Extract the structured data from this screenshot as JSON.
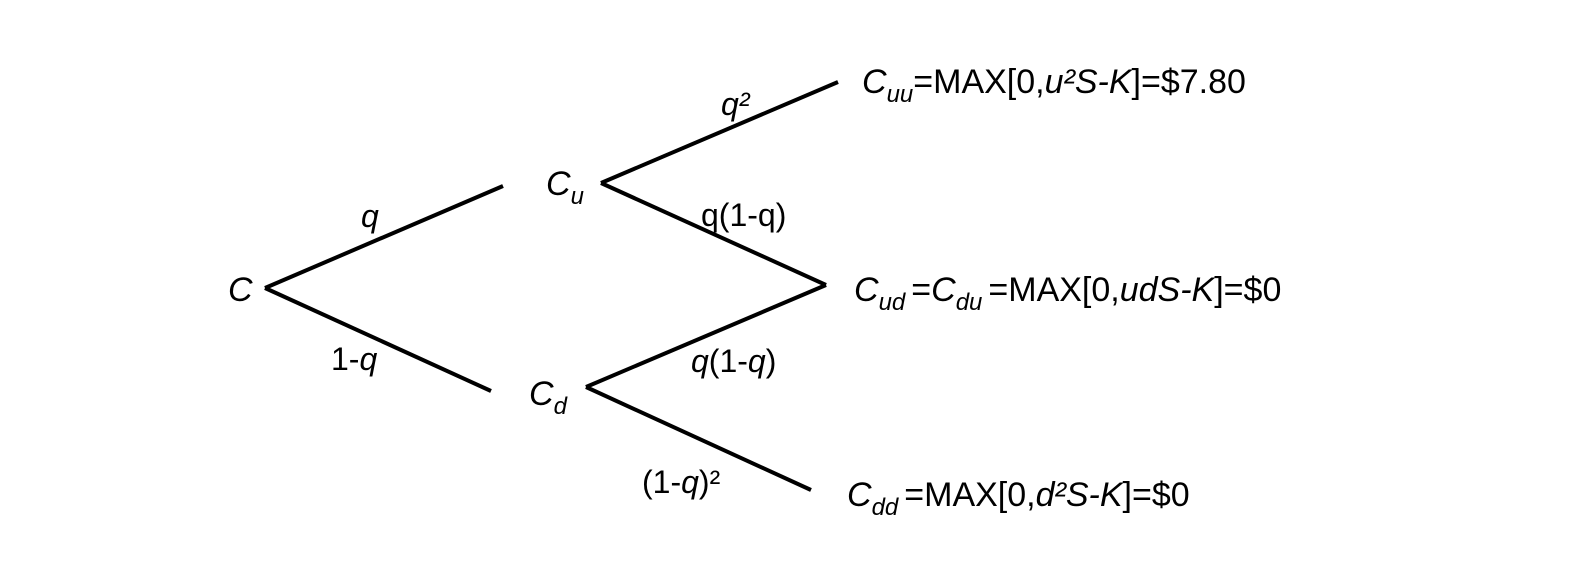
{
  "nodes": {
    "root": {
      "letter": "C",
      "subscript": ""
    },
    "up": {
      "letter": "C",
      "subscript": "u"
    },
    "down": {
      "letter": "C",
      "subscript": "d"
    }
  },
  "probabilities": {
    "q": "q",
    "one_minus_q": {
      "prefix": "1-",
      "var": "q"
    },
    "q_squared": "q²",
    "q_1mq_upper": "q(1-q)",
    "q_1mq_lower": {
      "var": "q",
      "open": "(1-",
      "var2": "q",
      "close": ")"
    },
    "one_mq_sq": {
      "open": "(1-",
      "var": "q",
      "close": ")²"
    }
  },
  "payoffs": {
    "uu": {
      "letter": "C",
      "sub": "uu",
      "pre": "=MAX[0,",
      "expr": "u²S-K",
      "post": "]=$7.80"
    },
    "ud": {
      "letter": "C",
      "sub": "ud",
      "mid": "=",
      "letter2": "C",
      "sub2": "du",
      "pre": "=MAX[0,",
      "expr": "udS-K",
      "post": "]=$0"
    },
    "dd": {
      "letter": "C",
      "sub": "dd",
      "pre": "=MAX[0,",
      "expr": "d²S-K",
      "post": "]=$0"
    }
  }
}
